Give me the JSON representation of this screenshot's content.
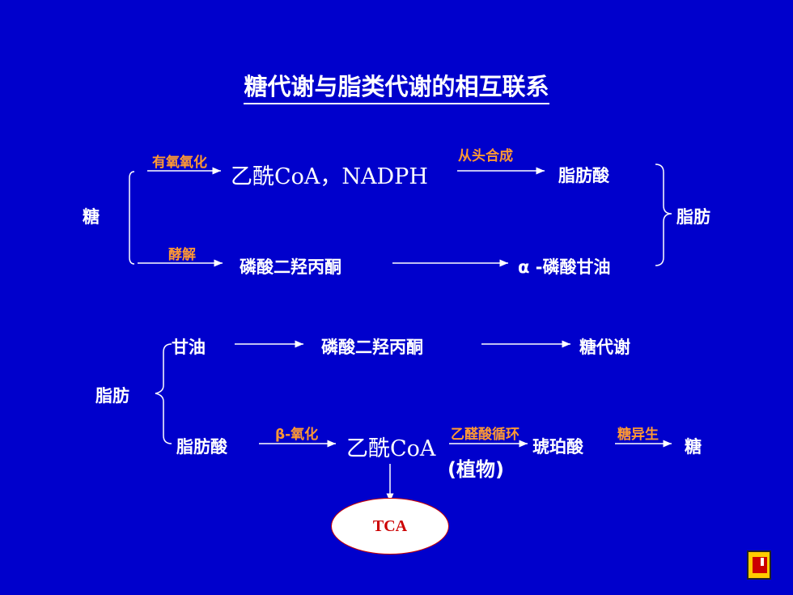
{
  "title": "糖代谢与脂类代谢的相互联系",
  "top": {
    "sugar": "糖",
    "aerobic": "有氧氧化",
    "acetyl": "乙酰CoA，NADPH",
    "de_novo": "从头合成",
    "fatty_acid": "脂肪酸",
    "fat": "脂肪",
    "glycolysis": "酵解",
    "dhap": "磷酸二羟丙酮",
    "glycerol_p": "α -磷酸甘油"
  },
  "bottom": {
    "fat": "脂肪",
    "glycerol": "甘油",
    "dhap": "磷酸二羟丙酮",
    "sugar_metab": "糖代谢",
    "fatty_acid": "脂肪酸",
    "beta_ox": "β-氧化",
    "acetyl": "乙酰CoA",
    "glyoxylate": "乙醛酸循环",
    "plant": "(植物)",
    "succinate": "琥珀酸",
    "gluconeo": "糖异生",
    "sugar": "糖",
    "tca": "TCA"
  }
}
